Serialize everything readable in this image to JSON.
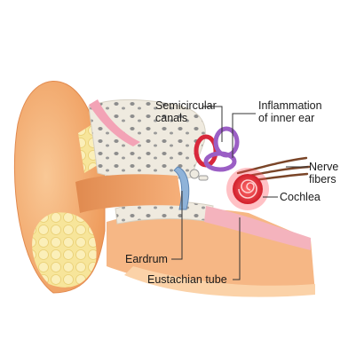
{
  "diagram": {
    "labels": {
      "semicircular_canals": [
        "Semicircular",
        "canals"
      ],
      "inflammation": [
        "Inflammation",
        "of inner ear"
      ],
      "nerve_fibers": [
        "Nerve",
        "fibers"
      ],
      "cochlea": "Cochlea",
      "eardrum": "Eardrum",
      "eustachian_tube": "Eustachian tube"
    },
    "colors": {
      "skin": "#f3a868",
      "skin_light": "#f8c48f",
      "canal_shadow": "#d9804a",
      "fat": "#f7e59a",
      "bone": "#eeeae0",
      "bone_hole": "#8d8d8d",
      "membrane": "#f3a3b6",
      "eardrum": "#8fb3d9",
      "canals_purple": "#9b5fc5",
      "canals_red": "#d8283b",
      "cochlea_red": "#e8202e",
      "nerve": "#7a4528",
      "leader": "#333333"
    }
  }
}
